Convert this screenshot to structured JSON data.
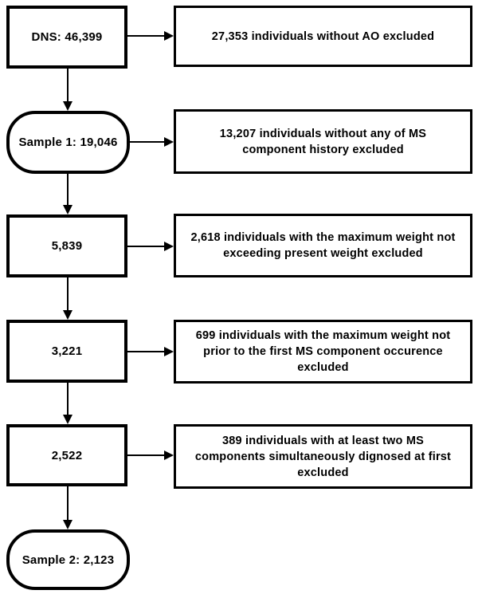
{
  "figure": {
    "background_color": "#ffffff",
    "line_color": "#000000",
    "kind": "study-flow-diagram"
  },
  "flow": {
    "nodes": [
      {
        "id": "dns",
        "shape": "rect",
        "label": "DNS: 46,399"
      },
      {
        "id": "sample-1",
        "shape": "stadium",
        "label": "Sample 1: 19,046"
      },
      {
        "id": "n-5839",
        "shape": "rect",
        "label": "5,839"
      },
      {
        "id": "n-3221",
        "shape": "rect",
        "label": "3,221"
      },
      {
        "id": "n-2522",
        "shape": "rect",
        "label": "2,522"
      },
      {
        "id": "sample-2",
        "shape": "stadium",
        "label": "Sample 2: 2,123"
      }
    ],
    "exclusions": [
      {
        "label": "27,353 individuals without AO excluded"
      },
      {
        "label": "13,207 individuals without any of  MS component history excluded"
      },
      {
        "label": "2,618 individuals with the maximum weight not exceeding present weight excluded"
      },
      {
        "label": "699 individuals with the  maximum weight not prior to the first MS component occurence excluded"
      },
      {
        "label": "389 individuals with at least two MS components simultaneously dignosed at first excluded"
      }
    ]
  }
}
